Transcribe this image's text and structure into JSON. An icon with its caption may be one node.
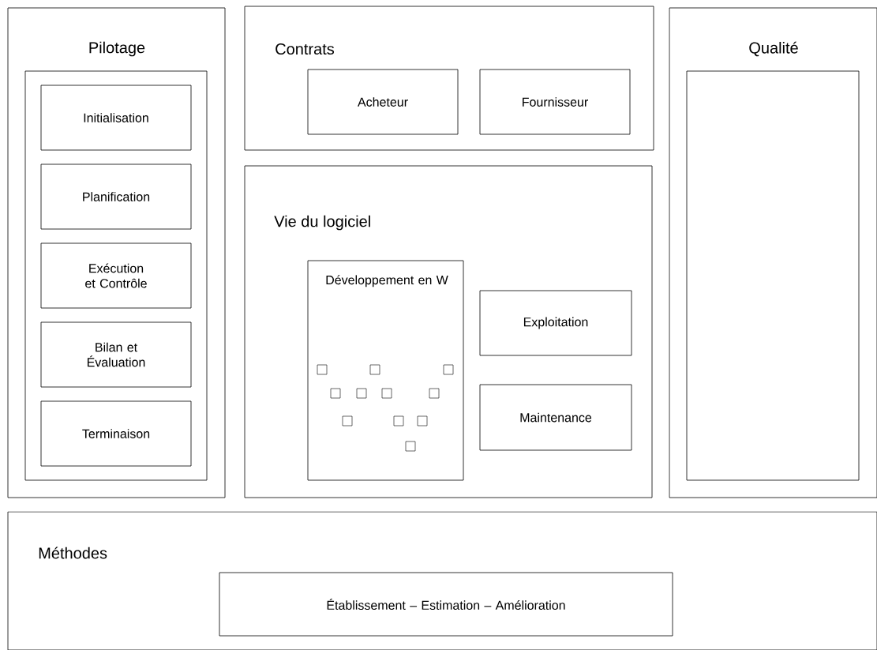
{
  "diagram": {
    "nodes": [
      {
        "text": [
          "Pilotage"
        ]
      },
      {
        "text": [],
        "shape": "box",
        "in": 0
      },
      {
        "text": [
          "Initialisation"
        ],
        "in": 1
      },
      {
        "text": [
          "Planification"
        ],
        "in": 1
      },
      {
        "text": [
          "Exécution et Contrôle"
        ],
        "in": 1
      },
      {
        "text": [
          "Bilan et Évaluation"
        ],
        "in": 1
      },
      {
        "text": [
          "Terminaison"
        ],
        "in": 1
      },
      {
        "text": [
          "Contrats"
        ]
      },
      {
        "text": [
          "Acheteur"
        ],
        "in": 7
      },
      {
        "text": [
          "Fournisseur"
        ],
        "in": 7
      },
      {
        "text": [
          "Qualité"
        ]
      },
      {
        "text": [],
        "shape": "box",
        "in": 10
      },
      {
        "text": [
          "Vie du logiciel"
        ]
      },
      {
        "text": [
          "Développement en W"
        ],
        "in": 12
      },
      {
        "text": [
          "Exploitation"
        ],
        "in": 12
      },
      {
        "text": [
          "Maintenance"
        ],
        "in": 12
      },
      {
        "text": [
          "Méthodes"
        ]
      },
      {
        "text": [
          "Établissement – Estimation – Amélioration"
        ],
        "in": 16
      }
    ]
  }
}
